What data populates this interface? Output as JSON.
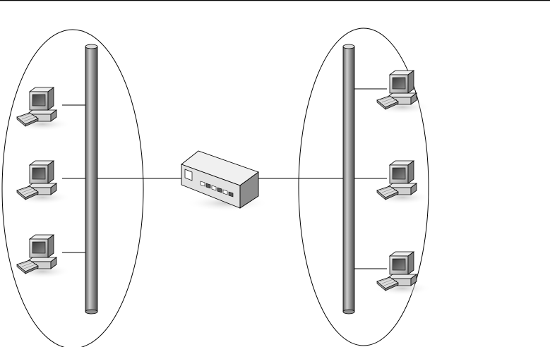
{
  "diagram": {
    "segments": [
      {
        "id": "left",
        "workstations": 3
      },
      {
        "id": "right",
        "workstations": 3
      }
    ],
    "center_device": "network-bridge",
    "icons": [
      "workstation-icon",
      "network-bridge-icon",
      "backbone-cable"
    ]
  }
}
